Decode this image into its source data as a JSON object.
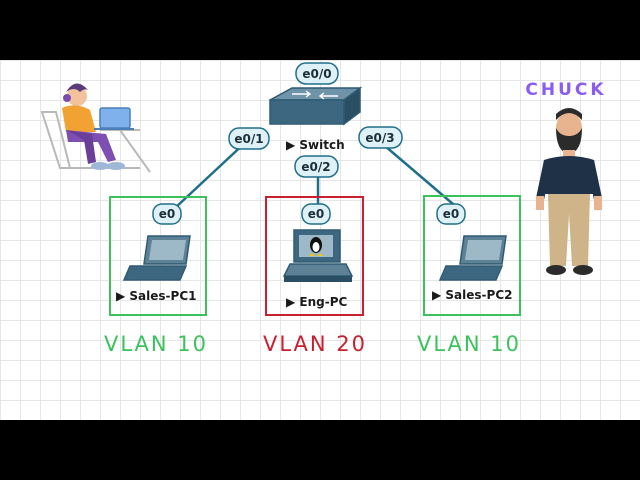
{
  "switch": {
    "label": "Switch",
    "ports": {
      "top": "e0/0",
      "left": "e0/1",
      "bottom": "e0/2",
      "right": "e0/3"
    }
  },
  "hosts": [
    {
      "label": "Sales-PC1",
      "port": "e0",
      "vlan": "VLAN 10"
    },
    {
      "label": "Eng-PC",
      "port": "e0",
      "vlan": "VLAN 20"
    },
    {
      "label": "Sales-PC2",
      "port": "e0",
      "vlan": "VLAN 10"
    }
  ],
  "presenter": {
    "name": "CHUCK"
  },
  "colors": {
    "vlan10": "#3cc25c",
    "vlan20": "#c8202e",
    "link": "#1f6f8b",
    "port_bg": "#dff0f7",
    "port_border": "#1f6f8b",
    "device": "#2f5b73",
    "chuck": "#8a5cf0"
  }
}
